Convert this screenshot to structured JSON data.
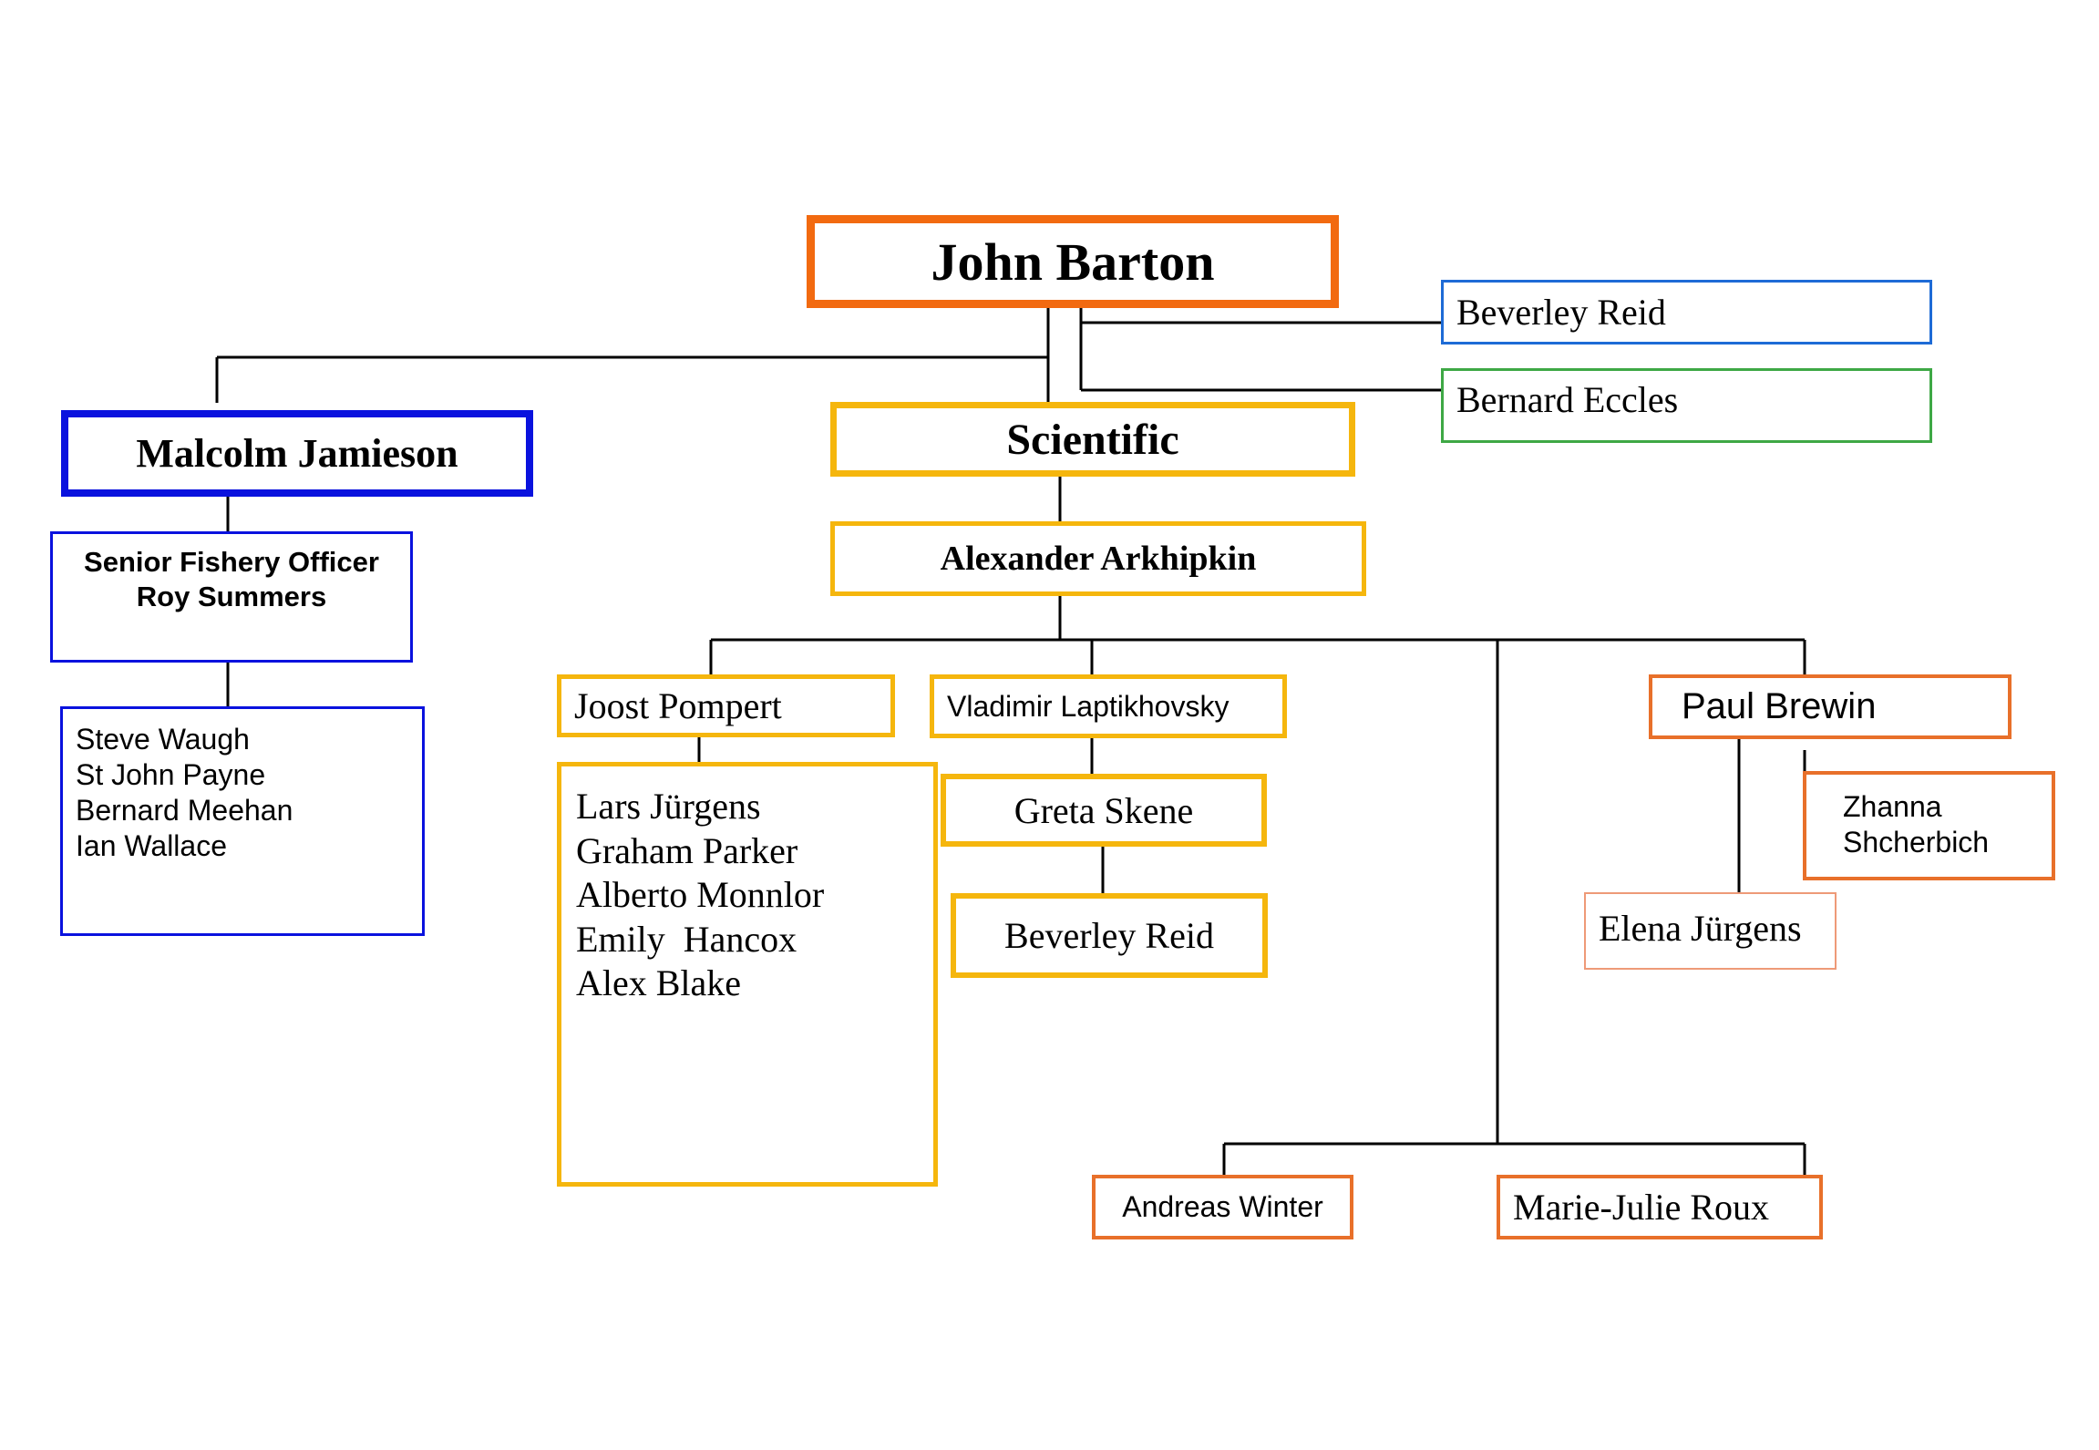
{
  "colors": {
    "orange_dark": "#F26A10",
    "orange": "#E8702A",
    "orange_light": "#EE9A78",
    "yellow": "#F5B60D",
    "blue": "#0A12DE",
    "blue_light": "#1E6BD6",
    "green": "#3EA845",
    "line": "#000000"
  },
  "nodes": {
    "john_barton": "John Barton",
    "beverley_reid_top": "Beverley Reid",
    "bernard_eccles": "Bernard Eccles",
    "malcolm_jamieson": "Malcolm Jamieson",
    "senior_fishery_officer": {
      "line1": "Senior Fishery Officer",
      "line2": "Roy Summers"
    },
    "fishery_team": [
      "Steve Waugh",
      "St John Payne",
      "Bernard Meehan",
      "Ian Wallace"
    ],
    "scientific": "Scientific",
    "alexander_arkhipkin": "Alexander Arkhipkin",
    "joost_pompert": "Joost Pompert",
    "joost_team": [
      "Lars Jürgens",
      "Graham Parker",
      "Alberto Monnlor",
      "Emily  Hancox",
      "Alex Blake"
    ],
    "vladimir_laptikhovsky": "Vladimir Laptikhovsky",
    "greta_skene": "Greta Skene",
    "beverley_reid_bottom": "Beverley Reid",
    "paul_brewin": "Paul Brewin",
    "zhanna_shcherbich": {
      "line1": "Zhanna",
      "line2": "Shcherbich"
    },
    "elena_jurgens": "Elena Jürgens",
    "andreas_winter": "Andreas Winter",
    "marie_julie_roux": "Marie-Julie Roux"
  }
}
